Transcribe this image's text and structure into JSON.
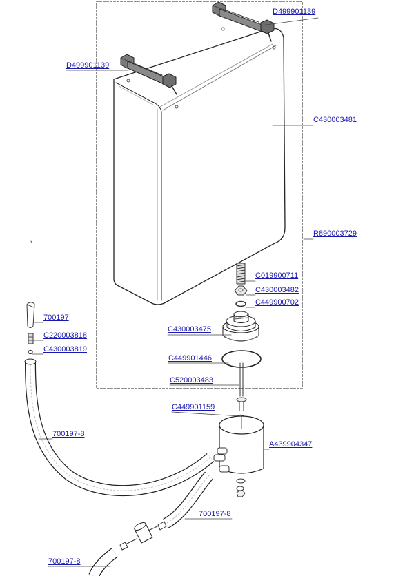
{
  "part_labels": {
    "tank_clip_top": "D499901139",
    "tank_clip_left": "D499901139",
    "tank": "C430003481",
    "tank_assembly": "R890003729",
    "spring": "C019900711",
    "valve_seat": "C430003482",
    "seat_oring": "C449900702",
    "valve_body": "C430003475",
    "body_oring": "C449901446",
    "valve_pin": "C520003483",
    "pin_seal": "C449901159",
    "reservoir": "A439904347",
    "tube_end": "700197",
    "tube_plug": "C220003818",
    "tube_ring": "C430003819",
    "hose_left": "700197-8",
    "hose_middle": "700197-8",
    "hose_bottom": "700197-8"
  }
}
